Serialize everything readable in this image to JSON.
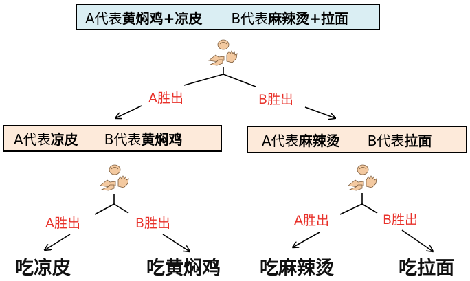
{
  "top_box": {
    "a_prefix": "A代表",
    "a_value": "黄焖鸡+凉皮",
    "b_prefix": "B代表",
    "b_value": "麻辣烫+拉面"
  },
  "branch_labels": {
    "a_wins": "A胜出",
    "b_wins": "B胜出"
  },
  "left_box": {
    "a_prefix": "A代表",
    "a_value": "凉皮",
    "b_prefix": "B代表",
    "b_value": "黄焖鸡"
  },
  "right_box": {
    "a_prefix": "A代表",
    "a_value": "麻辣烫",
    "b_prefix": "B代表",
    "b_value": "拉面"
  },
  "results": [
    "吃凉皮",
    "吃黄焖鸡",
    "吃麻辣烫",
    "吃拉面"
  ],
  "colors": {
    "top_box_bg": "#daeef3",
    "sub_box_bg": "#fdeada",
    "label_red": "#e8322b"
  },
  "icons": [
    "rock-paper-scissors-icon"
  ]
}
